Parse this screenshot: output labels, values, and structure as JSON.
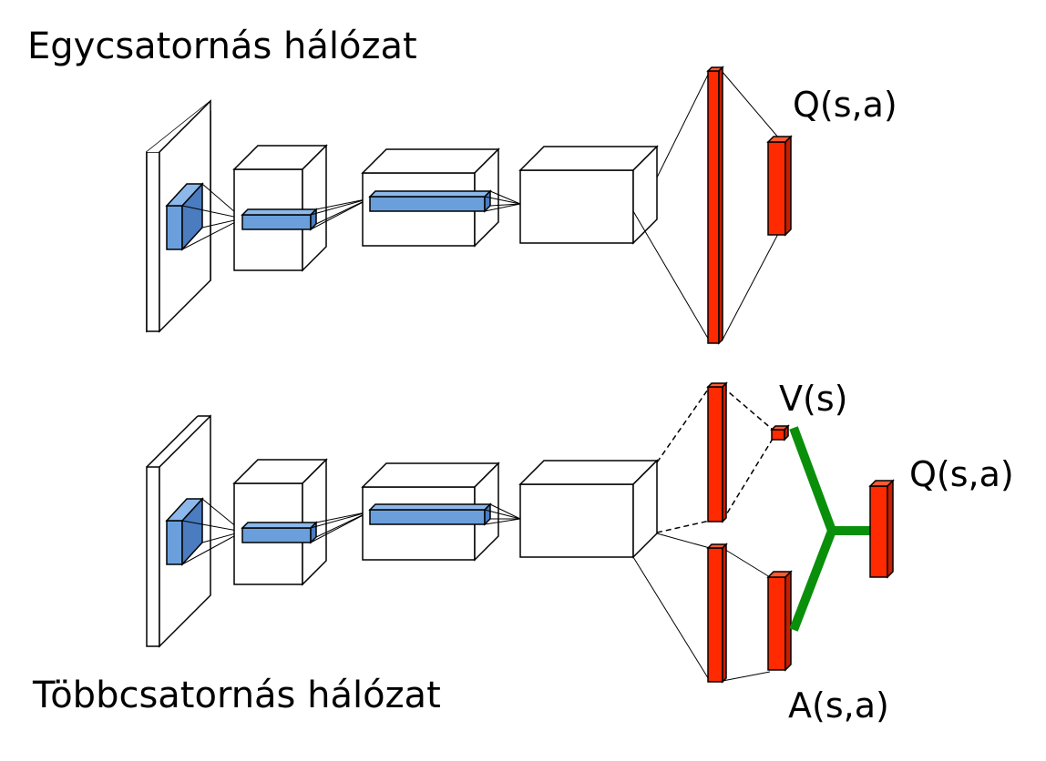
{
  "single_stream": {
    "title": "Egycsatornás hálózat",
    "output_label": "Q(s,a)"
  },
  "dueling": {
    "title": "Többcsatornás hálózat",
    "value_label": "V(s)",
    "output_label": "Q(s,a)",
    "advantage_label": "A(s,a)"
  },
  "colors": {
    "kernel_blue": "#6a9fdc",
    "kernel_blue_dark": "#4a7cbf",
    "fc_red": "#ff2a00",
    "fc_red_dark": "#c81e00",
    "aggregator_green": "#0a8f0a",
    "outline": "#000000"
  }
}
